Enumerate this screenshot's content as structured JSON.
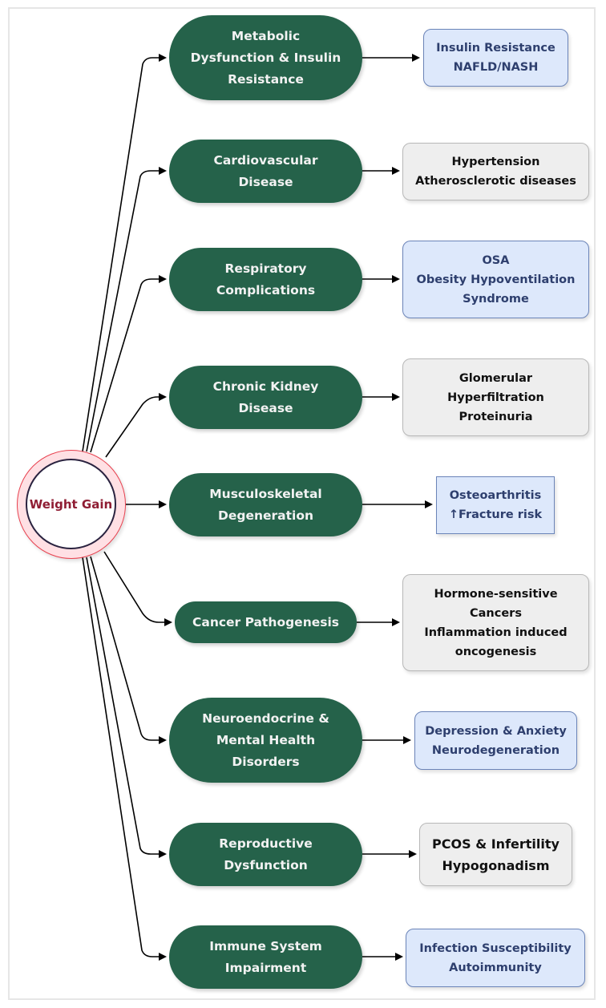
{
  "diagram": {
    "center": {
      "label": "Weight Gain"
    },
    "colors": {
      "pill": "#25624a",
      "center_text": "#8f1d33",
      "center_ring": "#e8414f",
      "blue_box": "#dde8fb",
      "blue_text": "#2e3f6e",
      "gray_box": "#eeeeee"
    },
    "branches": [
      {
        "category": "Metabolic\nDysfunction & Insulin\nResistance",
        "outcomes": "Insulin Resistance\nNAFLD/NASH",
        "style": "blue"
      },
      {
        "category": "Cardiovascular\nDisease",
        "outcomes": "Hypertension\nAtherosclerotic diseases",
        "style": "gray"
      },
      {
        "category": "Respiratory\nComplications",
        "outcomes": "OSA\nObesity Hypoventilation\nSyndrome",
        "style": "blue"
      },
      {
        "category": "Chronic Kidney\nDisease",
        "outcomes": "Glomerular\nHyperfiltration\nProteinuria",
        "style": "gray"
      },
      {
        "category": "Musculoskeletal\nDegeneration",
        "outcomes": "Osteoarthritis\n↑Fracture risk",
        "style": "blue-square"
      },
      {
        "category": "Cancer Pathogenesis",
        "outcomes": "Hormone-sensitive\nCancers\nInflammation induced\noncogenesis",
        "style": "gray"
      },
      {
        "category": "Neuroendocrine &\nMental Health\nDisorders",
        "outcomes": "Depression & Anxiety\nNeurodegeneration",
        "style": "blue"
      },
      {
        "category": "Reproductive\nDysfunction",
        "outcomes": "PCOS & Infertility\nHypogonadism",
        "style": "gray"
      },
      {
        "category": "Immune System\nImpairment",
        "outcomes": "Infection Susceptibility\nAutoimmunity",
        "style": "blue"
      }
    ]
  }
}
